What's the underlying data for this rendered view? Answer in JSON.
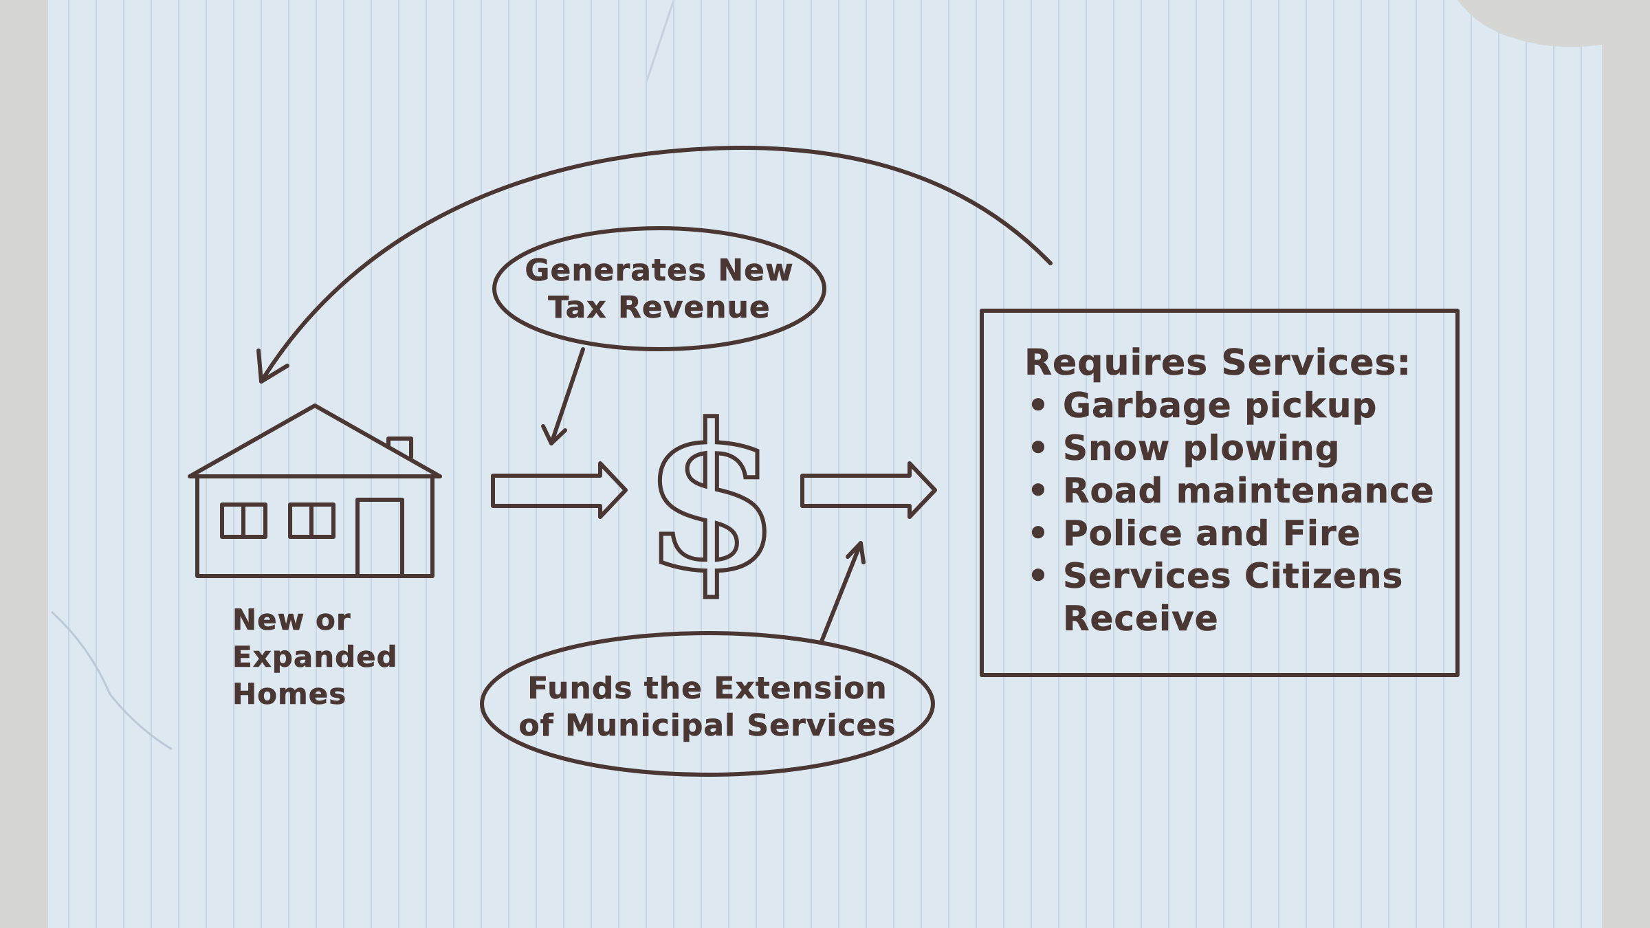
{
  "diagram": {
    "house_caption": "New or Expanded Homes",
    "dollar_symbol": "$",
    "top_bubble": {
      "line1": "Generates New",
      "line2": "Tax Revenue"
    },
    "bottom_bubble": {
      "line1": "Funds the Extension",
      "line2": "of Municipal Services"
    },
    "services_box": {
      "title": "Requires Services:",
      "bullet": "•",
      "items": [
        "Garbage pickup",
        "Snow plowing",
        "Road maintenance",
        "Police and Fire",
        "Services Citizens Receive"
      ]
    }
  },
  "colors": {
    "ink": "#4a3733",
    "paper": "#dde8f1",
    "paper_rule": "#c3d3e2",
    "background": "#d6d6d4"
  }
}
